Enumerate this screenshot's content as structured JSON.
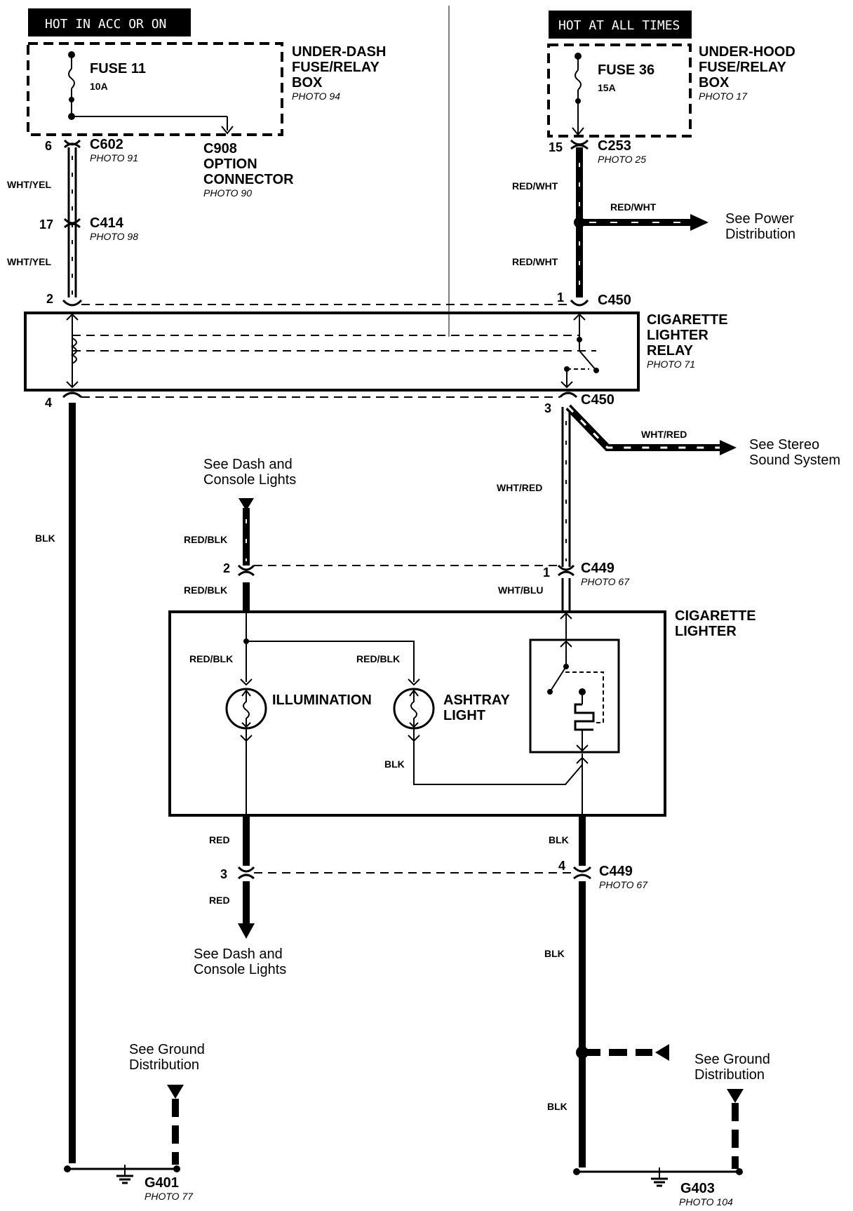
{
  "banners": {
    "left": "HOT IN ACC OR ON",
    "right": "HOT AT ALL TIMES"
  },
  "boxes": {
    "under_dash": {
      "title": [
        "UNDER-DASH",
        "FUSE/RELAY",
        "BOX"
      ],
      "photo": "PHOTO 94"
    },
    "under_hood": {
      "title": [
        "UNDER-HOOD",
        "FUSE/RELAY",
        "BOX"
      ],
      "photo": "PHOTO 17"
    }
  },
  "fuses": {
    "fuse11": {
      "name": "FUSE 11",
      "rating": "10A"
    },
    "fuse36": {
      "name": "FUSE 36",
      "rating": "15A"
    }
  },
  "connectors": {
    "c602": {
      "name": "C602",
      "photo": "PHOTO 91",
      "pin": "6"
    },
    "c908": {
      "name": [
        "C908",
        "OPTION",
        "CONNECTOR"
      ],
      "photo": "PHOTO 90"
    },
    "c414": {
      "name": "C414",
      "photo": "PHOTO 98",
      "pin": "17"
    },
    "c253": {
      "name": "C253",
      "photo": "PHOTO 25",
      "pin": "15"
    },
    "c450_top": {
      "name": "C450",
      "pin_left": "2",
      "pin_right": "1"
    },
    "c450_bottom": {
      "name": "C450",
      "pin_left": "4",
      "pin_right": "3"
    },
    "c449_top": {
      "name": "C449",
      "photo": "PHOTO 67",
      "pin_left": "2",
      "pin_right": "1"
    },
    "c449_bottom": {
      "name": "C449",
      "photo": "PHOTO 67",
      "pin_left": "3",
      "pin_right": "4"
    }
  },
  "components": {
    "relay": {
      "title": [
        "CIGARETTE",
        "LIGHTER",
        "RELAY"
      ],
      "photo": "PHOTO 71"
    },
    "lighter": {
      "title": [
        "CIGARETTE",
        "LIGHTER"
      ]
    },
    "illumination": "ILLUMINATION",
    "ashtray": [
      "ASHTRAY",
      "LIGHT"
    ]
  },
  "wires": {
    "wht_yel_1": "WHT/YEL",
    "wht_yel_2": "WHT/YEL",
    "red_wht_1": "RED/WHT",
    "red_wht_2": "RED/WHT",
    "red_wht_branch": "RED/WHT",
    "blk_left": "BLK",
    "wht_red_1": "WHT/RED",
    "wht_red_branch": "WHT/RED",
    "red_blk_1": "RED/BLK",
    "red_blk_2": "RED/BLK",
    "red_blk_3": "RED/BLK",
    "red_blk_4": "RED/BLK",
    "wht_blu": "WHT/BLU",
    "blk_ashtray": "BLK",
    "red_1": "RED",
    "red_2": "RED",
    "blk_r1": "BLK",
    "blk_r2": "BLK",
    "blk_r3": "BLK"
  },
  "notes": {
    "power_dist": [
      "See Power",
      "Distribution"
    ],
    "stereo": [
      "See Stereo",
      "Sound System"
    ],
    "dash_top": [
      "See Dash and",
      "Console Lights"
    ],
    "dash_bottom": [
      "See Dash and",
      "Console Lights"
    ],
    "ground_left": [
      "See Ground",
      "Distribution"
    ],
    "ground_right": [
      "See Ground",
      "Distribution"
    ]
  },
  "grounds": {
    "g401": {
      "name": "G401",
      "photo": "PHOTO 77"
    },
    "g403": {
      "name": "G403",
      "photo": "PHOTO 104"
    }
  }
}
